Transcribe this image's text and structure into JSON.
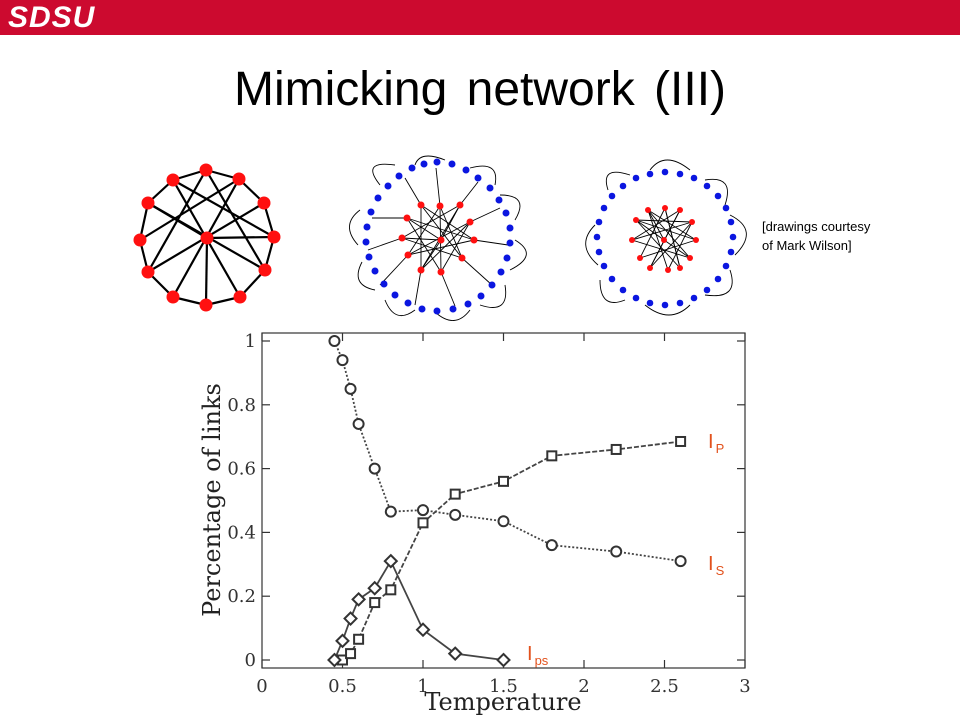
{
  "header": {
    "logo_text": "SDSU",
    "bar_color": "#cc0a2f"
  },
  "title": "Mimicking network (III)",
  "credit": {
    "line1": "[drawings courtesy",
    "line2": "of Mark Wilson]"
  },
  "network_icons": [
    "network-drawing-red-only",
    "network-drawing-mixed-coupled",
    "network-drawing-separated-rings"
  ],
  "colors": {
    "node_red": "#ff1010",
    "node_blue": "#0b16e0",
    "label": "#e2521d"
  },
  "chart_data": {
    "type": "line",
    "xlabel": "Temperature",
    "ylabel": "Percentage of links",
    "xlim": [
      0,
      3
    ],
    "ylim": [
      0,
      1
    ],
    "xticks": [
      "0",
      "0.5",
      "1",
      "1.5",
      "2",
      "2.5",
      "3"
    ],
    "yticks": [
      "0",
      "0.2",
      "0.4",
      "0.6",
      "0.8",
      "1"
    ],
    "series": [
      {
        "name": "I",
        "sub": "P",
        "marker": "square",
        "x": [
          0.5,
          0.55,
          0.6,
          0.7,
          0.8,
          1.0,
          1.2,
          1.5,
          1.8,
          2.2,
          2.6
        ],
        "y": [
          0.0,
          0.02,
          0.065,
          0.18,
          0.22,
          0.43,
          0.52,
          0.56,
          0.64,
          0.66,
          0.685
        ]
      },
      {
        "name": "I",
        "sub": "S",
        "marker": "circle",
        "x": [
          0.45,
          0.5,
          0.55,
          0.6,
          0.7,
          0.8,
          1.0,
          1.2,
          1.5,
          1.8,
          2.2,
          2.6
        ],
        "y": [
          1.0,
          0.94,
          0.85,
          0.74,
          0.6,
          0.465,
          0.47,
          0.455,
          0.435,
          0.36,
          0.34,
          0.31
        ]
      },
      {
        "name": "I",
        "sub": "ps",
        "marker": "diamond",
        "x": [
          0.45,
          0.5,
          0.55,
          0.6,
          0.7,
          0.8,
          1.0,
          1.2,
          1.5
        ],
        "y": [
          0.0,
          0.06,
          0.13,
          0.19,
          0.225,
          0.31,
          0.095,
          0.02,
          0.0
        ]
      }
    ]
  }
}
